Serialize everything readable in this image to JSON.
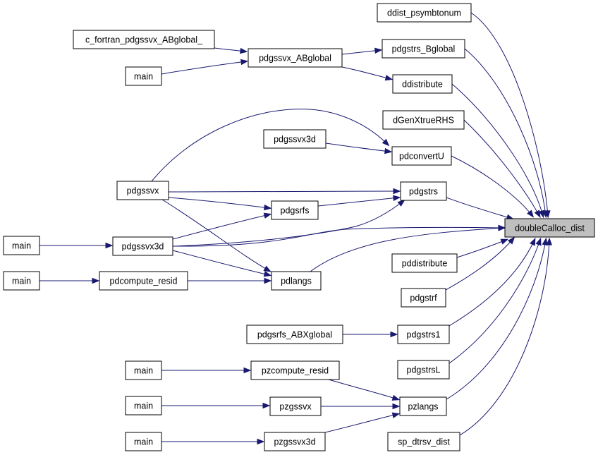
{
  "graph": {
    "root": "doubleCalloc_dist",
    "nodes": {
      "n_ddist_psymbtonum": "ddist_psymbtonum",
      "n_c_fortran": "c_fortran_pdgssvx_ABglobal_",
      "n_pdgssvx_ABglobal": "pdgssvx_ABglobal",
      "n_pdgstrs_Bglobal": "pdgstrs_Bglobal",
      "n_main1": "main",
      "n_ddistribute": "ddistribute",
      "n_dGenXtrueRHS": "dGenXtrueRHS",
      "n_pdgssvx3d_top": "pdgssvx3d",
      "n_pdconvertU": "pdconvertU",
      "n_pdgssvx": "pdgssvx",
      "n_pdgstrs": "pdgstrs",
      "n_pdgsrfs": "pdgsrfs",
      "n_doubleCalloc_dist": "doubleCalloc_dist",
      "n_main2": "main",
      "n_pdgssvx3d_mid": "pdgssvx3d",
      "n_pddistribute": "pddistribute",
      "n_main3": "main",
      "n_pdcompute_resid": "pdcompute_resid",
      "n_pdlangs": "pdlangs",
      "n_pdgstrf": "pdgstrf",
      "n_pdgsrfs_ABXglobal": "pdgsrfs_ABXglobal",
      "n_pdgstrs1": "pdgstrs1",
      "n_main4": "main",
      "n_pzcompute_resid": "pzcompute_resid",
      "n_pdgstrsL": "pdgstrsL",
      "n_main5": "main",
      "n_pzgssvx": "pzgssvx",
      "n_pzlangs": "pzlangs",
      "n_main6": "main",
      "n_pzgssvx3d": "pzgssvx3d",
      "n_sp_dtrsv_dist": "sp_dtrsv_dist"
    }
  }
}
